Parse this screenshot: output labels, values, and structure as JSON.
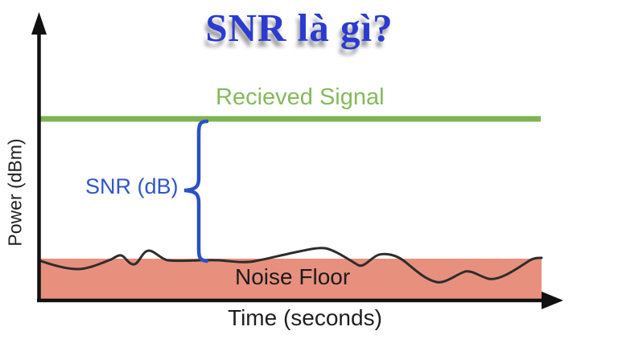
{
  "title": "SNR là gì?",
  "labels": {
    "received_signal": "Recieved Signal",
    "snr": "SNR (dB)",
    "noise_floor": "Noise Floor",
    "x_axis": "Time (seconds)",
    "y_axis": "Power (dBm)"
  },
  "figure": {
    "type": "concept-plot",
    "description_elements": [
      "horizontal green line = received signal power level",
      "salmon band with wavy black top edge = noise floor",
      "blue curly brace between signal line and noise floor = SNR (dB) gap",
      "black axes: vertical Power (dBm), horizontal Time (seconds), both with arrowheads"
    ]
  },
  "colors": {
    "title_blue": "#2b3bd1",
    "title_shadow_gray": "#7d7d7d",
    "signal_line_green": "#7cb452",
    "signal_text_green": "#84ba5c",
    "snr_text_blue": "#3056c8",
    "brace_blue": "#2b50c4",
    "noise_fill_salmon": "#e8907e",
    "noise_curve_black": "#2d2d2d",
    "axis_black": "#111111",
    "background": "#ffffff"
  }
}
